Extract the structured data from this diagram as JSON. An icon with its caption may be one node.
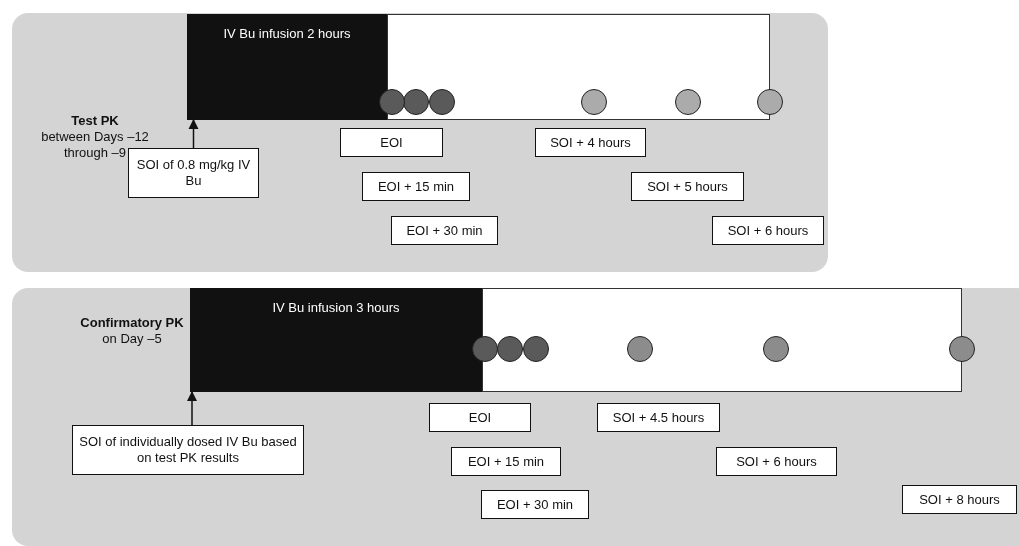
{
  "diagram": {
    "nodes": [
      {
        "text": [
          "Test PK",
          "between Days –12 through –9"
        ]
      },
      {
        "text": [
          "IV Bu infusion 2 hours"
        ],
        "in": 0
      },
      {
        "text": [],
        "shape": "bar",
        "in": 0
      },
      {
        "text": [],
        "shape": "circle",
        "in": 0
      },
      {
        "text": [],
        "shape": "circle",
        "in": 2
      },
      {
        "text": [],
        "shape": "circle",
        "in": 2
      },
      {
        "text": [],
        "shape": "circle",
        "in": 2
      },
      {
        "text": [],
        "shape": "circle",
        "in": 2
      },
      {
        "text": [],
        "shape": "circle",
        "in": 0
      },
      {
        "text": [
          "SOI of 0.8 mg/kg IV Bu"
        ],
        "in": 0
      },
      {
        "text": [
          "EOI"
        ],
        "in": 0
      },
      {
        "text": [
          "SOI + 4 hours"
        ],
        "in": 0
      },
      {
        "text": [
          "EOI + 15 min"
        ],
        "in": 0
      },
      {
        "text": [
          "SOI + 5 hours"
        ],
        "in": 0
      },
      {
        "text": [
          "EOI + 30 min"
        ],
        "in": 0
      },
      {
        "text": [
          "SOI + 6 hours"
        ],
        "in": 0
      },
      {
        "text": [
          "Confirmatory PK",
          "on Day –5"
        ]
      },
      {
        "text": [
          "IV Bu infusion 3 hours"
        ],
        "in": 16
      },
      {
        "text": [],
        "shape": "bar",
        "in": 16
      },
      {
        "text": [],
        "shape": "circle",
        "in": 16
      },
      {
        "text": [],
        "shape": "circle",
        "in": 18
      },
      {
        "text": [],
        "shape": "circle",
        "in": 18
      },
      {
        "text": [],
        "shape": "circle",
        "in": 18
      },
      {
        "text": [],
        "shape": "circle",
        "in": 18
      },
      {
        "text": [],
        "shape": "circle",
        "in": 16
      },
      {
        "text": [
          "SOI of individually dosed IV Bu based on test PK results"
        ],
        "in": 16
      },
      {
        "text": [
          "EOI"
        ],
        "in": 16
      },
      {
        "text": [
          "SOI + 4.5 hours"
        ],
        "in": 16
      },
      {
        "text": [
          "EOI + 15 min"
        ],
        "in": 16
      },
      {
        "text": [
          "SOI + 6 hours"
        ],
        "in": 16
      },
      {
        "text": [
          "EOI + 30 min"
        ],
        "in": 16
      },
      {
        "text": [
          "SOI + 8 hours"
        ],
        "in": 16
      }
    ],
    "edges": [
      {
        "from": 9,
        "to": 1,
        "arrow": "to"
      },
      {
        "from": 25,
        "to": 17,
        "arrow": "to"
      }
    ]
  }
}
